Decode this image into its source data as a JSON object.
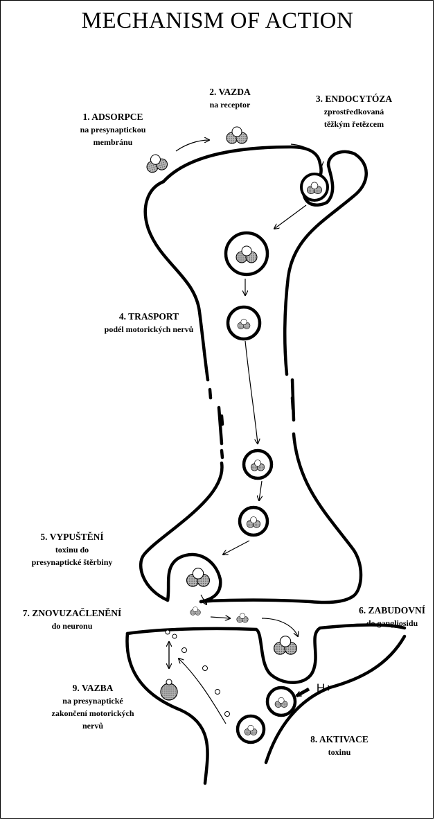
{
  "title": "MECHANISM OF ACTION",
  "steps": {
    "s1": {
      "head": "1. ADSORPCE",
      "sub1": "na presynaptickou",
      "sub2": "membránu"
    },
    "s2": {
      "head": "2. VAZDA",
      "sub1": "na receptor"
    },
    "s3": {
      "head": "3. ENDOCYTÓZA",
      "sub1": "zprostředkovaná",
      "sub2": "těžkým řetězcem"
    },
    "s4": {
      "head": "4. TRASPORT",
      "sub1": "podél motorických nervů"
    },
    "s5": {
      "head": "5. VYPUŠTĚNÍ",
      "sub1": "toxinu do",
      "sub2": "presynaptické štěrbiny"
    },
    "s6": {
      "head": "6. ZABUDOVNÍ",
      "sub1": "do gangliosidu"
    },
    "s7": {
      "head": "7. ZNOVUZAČLENĚNÍ",
      "sub1": "do neuronu"
    },
    "s8": {
      "head": "8. AKTIVACE",
      "sub1": "toxinu"
    },
    "s9": {
      "head": "9. VAZBA",
      "sub1": "na presynaptické",
      "sub2": "zakončení motorických",
      "sub3": "nervů"
    }
  },
  "proton_label": "H+"
}
